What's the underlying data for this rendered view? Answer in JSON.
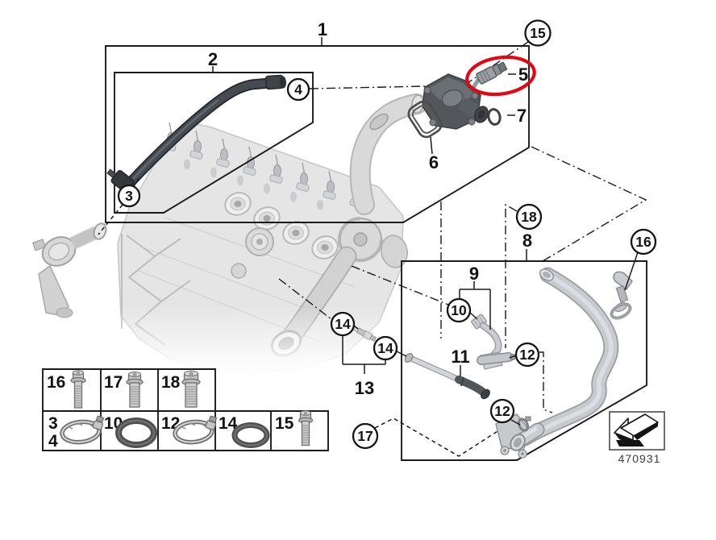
{
  "callouts": {
    "c1": "1",
    "c2": "2",
    "c3": "3",
    "c4": "4",
    "c5": "5",
    "c6": "6",
    "c7": "7",
    "c8": "8",
    "c9": "9",
    "c10": "10",
    "c11": "11",
    "c12a": "12",
    "c12b": "12",
    "c13": "13",
    "c14a": "14",
    "c14b": "14",
    "c15": "15",
    "c16": "16",
    "c17": "17",
    "c18": "18"
  },
  "highlight": {
    "color": "#e30613",
    "highlighted_part": "5"
  },
  "legend": {
    "rows": [
      {
        "cells": [
          {
            "labels": [
              "16"
            ],
            "icon": "flange-bolt-icon"
          },
          {
            "labels": [
              "17"
            ],
            "icon": "flange-bolt-icon"
          },
          {
            "labels": [
              "18"
            ],
            "icon": "flange-bolt-icon"
          }
        ]
      },
      {
        "cells": [
          {
            "labels": [
              "3",
              "4"
            ],
            "icon": "hose-clamp-icon"
          },
          {
            "labels": [
              "10"
            ],
            "icon": "o-ring-icon"
          },
          {
            "labels": [
              "12"
            ],
            "icon": "hose-clamp-icon"
          },
          {
            "labels": [
              "14"
            ],
            "icon": "o-ring-icon"
          },
          {
            "labels": [
              "15"
            ],
            "icon": "flange-bolt-icon"
          }
        ]
      }
    ]
  },
  "footer": {
    "doc_number": "470931"
  }
}
